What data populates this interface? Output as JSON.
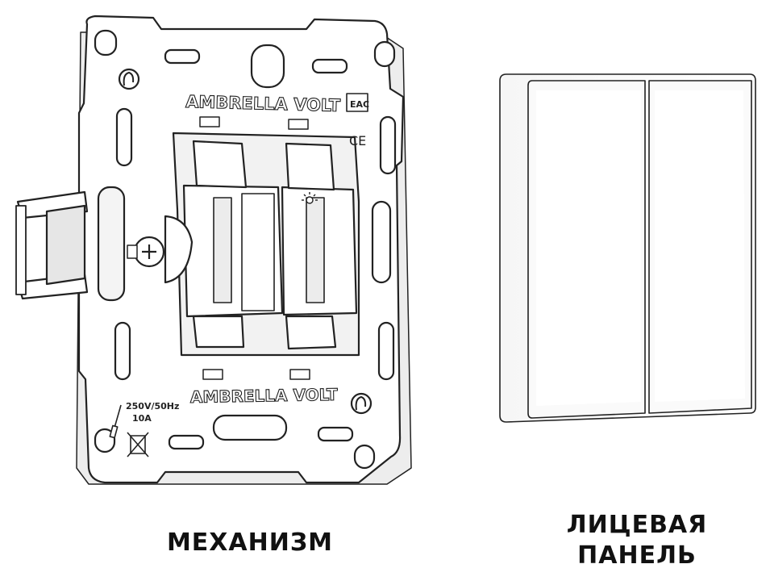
{
  "product": {
    "mechanism": {
      "caption": "МЕХАНИЗМ",
      "brand_top": "AMBRELLA VOLT",
      "brand_bottom": "AMBRELLA VOLT",
      "rating_voltage": "250V/50Hz",
      "rating_current": "10A",
      "cert_mark": "EAC",
      "ce_mark": "CE"
    },
    "face_panel": {
      "caption_line1": "ЛИЦЕВАЯ",
      "caption_line2": "ПАНЕЛЬ"
    }
  },
  "icons": {
    "logo": "ambrella-logo-icon",
    "eac": "eac-mark-icon",
    "ce": "ce-mark-icon",
    "recycle": "crossed-bin-icon",
    "screwdriver": "screwdriver-icon",
    "light": "light-indicator-icon"
  },
  "colors": {
    "outline": "#222222",
    "fill": "#ffffff",
    "shade": "#e6e6e6",
    "panel_shade": "#f2f2f2"
  }
}
